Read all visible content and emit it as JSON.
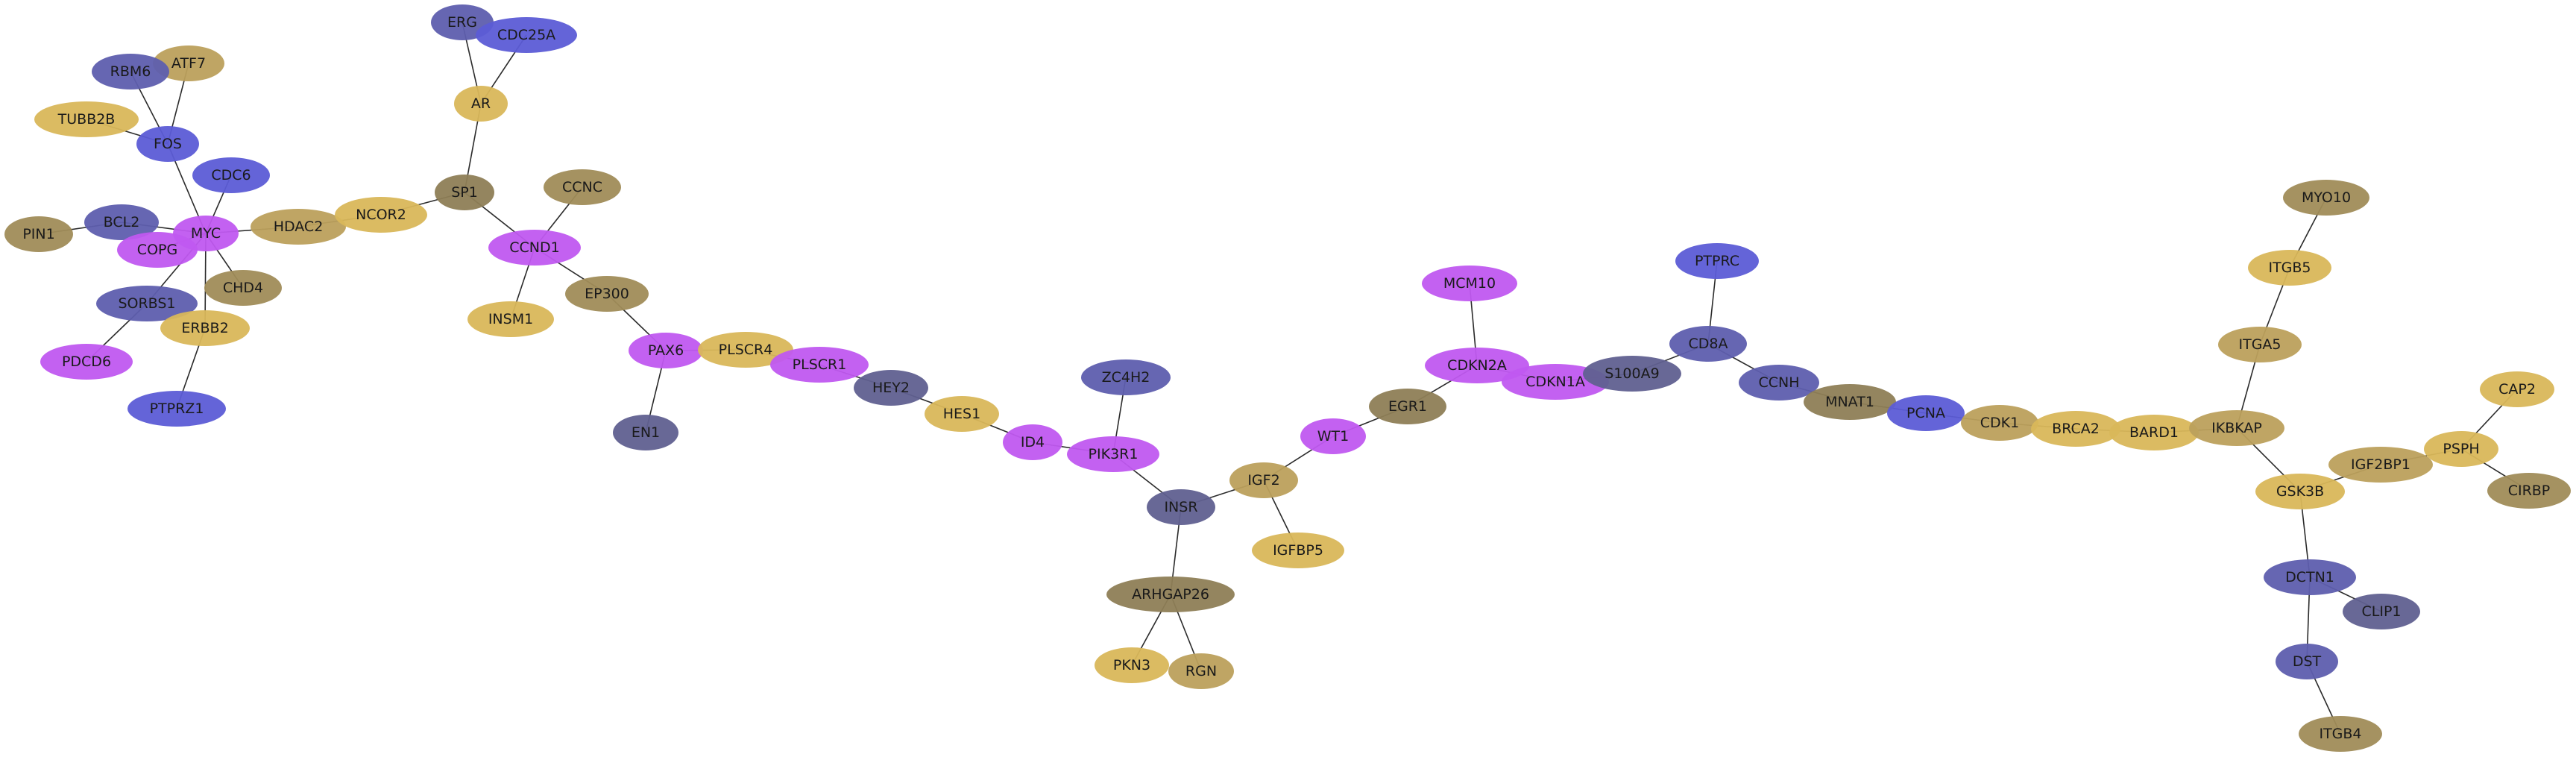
{
  "colors": {
    "gold": "#D9B75A",
    "olive": "#A08C58",
    "khaki": "#BCA05C",
    "dark_olive": "#8E7E56",
    "blue": "#5C5CD6",
    "steel_blue": "#5E5EAE",
    "slate": "#606090",
    "violet": "#C058F0"
  },
  "nodes": [
    {
      "id": "ERG",
      "label": "ERG",
      "color": "steel_blue"
    },
    {
      "id": "CDC25A",
      "label": "CDC25A",
      "color": "blue"
    },
    {
      "id": "ATF7",
      "label": "ATF7",
      "color": "khaki"
    },
    {
      "id": "RBM6",
      "label": "RBM6",
      "color": "steel_blue"
    },
    {
      "id": "AR",
      "label": "AR",
      "color": "gold"
    },
    {
      "id": "TUBB2B",
      "label": "TUBB2B",
      "color": "gold"
    },
    {
      "id": "FOS",
      "label": "FOS",
      "color": "blue"
    },
    {
      "id": "CDC6",
      "label": "CDC6",
      "color": "blue"
    },
    {
      "id": "SP1",
      "label": "SP1",
      "color": "dark_olive"
    },
    {
      "id": "CCNC",
      "label": "CCNC",
      "color": "olive"
    },
    {
      "id": "PIN1",
      "label": "PIN1",
      "color": "olive"
    },
    {
      "id": "BCL2",
      "label": "BCL2",
      "color": "steel_blue"
    },
    {
      "id": "MYC",
      "label": "MYC",
      "color": "violet"
    },
    {
      "id": "HDAC2",
      "label": "HDAC2",
      "color": "khaki"
    },
    {
      "id": "NCOR2",
      "label": "NCOR2",
      "color": "gold"
    },
    {
      "id": "COPG",
      "label": "COPG",
      "color": "violet"
    },
    {
      "id": "CCND1",
      "label": "CCND1",
      "color": "violet"
    },
    {
      "id": "CHD4",
      "label": "CHD4",
      "color": "olive"
    },
    {
      "id": "SORBS1",
      "label": "SORBS1",
      "color": "steel_blue"
    },
    {
      "id": "EP300",
      "label": "EP300",
      "color": "olive"
    },
    {
      "id": "INSM1",
      "label": "INSM1",
      "color": "gold"
    },
    {
      "id": "ERBB2",
      "label": "ERBB2",
      "color": "gold"
    },
    {
      "id": "PDCD6",
      "label": "PDCD6",
      "color": "violet"
    },
    {
      "id": "PAX6",
      "label": "PAX6",
      "color": "violet"
    },
    {
      "id": "PLSCR4",
      "label": "PLSCR4",
      "color": "gold"
    },
    {
      "id": "PLSCR1",
      "label": "PLSCR1",
      "color": "violet"
    },
    {
      "id": "PTPRZ1",
      "label": "PTPRZ1",
      "color": "blue"
    },
    {
      "id": "HEY2",
      "label": "HEY2",
      "color": "slate"
    },
    {
      "id": "HES1",
      "label": "HES1",
      "color": "gold"
    },
    {
      "id": "EN1",
      "label": "EN1",
      "color": "slate"
    },
    {
      "id": "ZC4H2",
      "label": "ZC4H2",
      "color": "steel_blue"
    },
    {
      "id": "ID4",
      "label": "ID4",
      "color": "violet"
    },
    {
      "id": "PIK3R1",
      "label": "PIK3R1",
      "color": "violet"
    },
    {
      "id": "MCM10",
      "label": "MCM10",
      "color": "violet"
    },
    {
      "id": "CDKN2A",
      "label": "CDKN2A",
      "color": "violet"
    },
    {
      "id": "EGR1",
      "label": "EGR1",
      "color": "dark_olive"
    },
    {
      "id": "WT1",
      "label": "WT1",
      "color": "violet"
    },
    {
      "id": "IGF2",
      "label": "IGF2",
      "color": "khaki"
    },
    {
      "id": "INSR",
      "label": "INSR",
      "color": "slate"
    },
    {
      "id": "IGFBP5",
      "label": "IGFBP5",
      "color": "gold"
    },
    {
      "id": "ARHGAP26",
      "label": "ARHGAP26",
      "color": "dark_olive"
    },
    {
      "id": "PKN3",
      "label": "PKN3",
      "color": "gold"
    },
    {
      "id": "RGN",
      "label": "RGN",
      "color": "khaki"
    },
    {
      "id": "CDKN1A",
      "label": "CDKN1A",
      "color": "violet"
    },
    {
      "id": "S100A9",
      "label": "S100A9",
      "color": "slate"
    },
    {
      "id": "PTPRC",
      "label": "PTPRC",
      "color": "blue"
    },
    {
      "id": "CD8A",
      "label": "CD8A",
      "color": "steel_blue"
    },
    {
      "id": "CCNH",
      "label": "CCNH",
      "color": "steel_blue"
    },
    {
      "id": "MNAT1",
      "label": "MNAT1",
      "color": "dark_olive"
    },
    {
      "id": "PCNA",
      "label": "PCNA",
      "color": "blue"
    },
    {
      "id": "CDK1",
      "label": "CDK1",
      "color": "khaki"
    },
    {
      "id": "BRCA2",
      "label": "BRCA2",
      "color": "gold"
    },
    {
      "id": "BARD1",
      "label": "BARD1",
      "color": "gold"
    },
    {
      "id": "MYO10",
      "label": "MYO10",
      "color": "olive"
    },
    {
      "id": "ITGB5",
      "label": "ITGB5",
      "color": "gold"
    },
    {
      "id": "ITGA5",
      "label": "ITGA5",
      "color": "khaki"
    },
    {
      "id": "IKBKAP",
      "label": "IKBKAP",
      "color": "khaki"
    },
    {
      "id": "CAP2",
      "label": "CAP2",
      "color": "gold"
    },
    {
      "id": "PSPH",
      "label": "PSPH",
      "color": "gold"
    },
    {
      "id": "IGF2BP1",
      "label": "IGF2BP1",
      "color": "khaki"
    },
    {
      "id": "CIRBP",
      "label": "CIRBP",
      "color": "olive"
    },
    {
      "id": "GSK3B",
      "label": "GSK3B",
      "color": "gold"
    },
    {
      "id": "DCTN1",
      "label": "DCTN1",
      "color": "steel_blue"
    },
    {
      "id": "CLIP1",
      "label": "CLIP1",
      "color": "slate"
    },
    {
      "id": "DST",
      "label": "DST",
      "color": "steel_blue"
    },
    {
      "id": "ITGB4",
      "label": "ITGB4",
      "color": "olive"
    }
  ],
  "edges": [
    [
      "ERG",
      "AR"
    ],
    [
      "CDC25A",
      "AR"
    ],
    [
      "AR",
      "SP1"
    ],
    [
      "ATF7",
      "FOS"
    ],
    [
      "RBM6",
      "FOS"
    ],
    [
      "TUBB2B",
      "FOS"
    ],
    [
      "FOS",
      "MYC"
    ],
    [
      "CDC6",
      "MYC"
    ],
    [
      "BCL2",
      "MYC"
    ],
    [
      "PIN1",
      "BCL2"
    ],
    [
      "MYC",
      "HDAC2"
    ],
    [
      "COPG",
      "MYC"
    ],
    [
      "MYC",
      "CHD4"
    ],
    [
      "MYC",
      "SORBS1"
    ],
    [
      "MYC",
      "ERBB2"
    ],
    [
      "SORBS1",
      "PDCD6"
    ],
    [
      "ERBB2",
      "PTPRZ1"
    ],
    [
      "HDAC2",
      "NCOR2"
    ],
    [
      "NCOR2",
      "SP1"
    ],
    [
      "SP1",
      "CCND1"
    ],
    [
      "CCNC",
      "CCND1"
    ],
    [
      "CCND1",
      "INSM1"
    ],
    [
      "CCND1",
      "EP300"
    ],
    [
      "EP300",
      "PAX6"
    ],
    [
      "PAX6",
      "EN1"
    ],
    [
      "PAX6",
      "PLSCR4"
    ],
    [
      "PLSCR4",
      "PLSCR1"
    ],
    [
      "PLSCR1",
      "HEY2"
    ],
    [
      "HEY2",
      "HES1"
    ],
    [
      "HES1",
      "ID4"
    ],
    [
      "ID4",
      "PIK3R1"
    ],
    [
      "ZC4H2",
      "PIK3R1"
    ],
    [
      "PIK3R1",
      "INSR"
    ],
    [
      "INSR",
      "IGF2"
    ],
    [
      "INSR",
      "ARHGAP26"
    ],
    [
      "ARHGAP26",
      "PKN3"
    ],
    [
      "ARHGAP26",
      "RGN"
    ],
    [
      "IGF2",
      "IGFBP5"
    ],
    [
      "IGF2",
      "WT1"
    ],
    [
      "WT1",
      "EGR1"
    ],
    [
      "EGR1",
      "CDKN2A"
    ],
    [
      "MCM10",
      "CDKN2A"
    ],
    [
      "CDKN2A",
      "CDKN1A"
    ],
    [
      "CDKN1A",
      "S100A9"
    ],
    [
      "S100A9",
      "CD8A"
    ],
    [
      "PTPRC",
      "CD8A"
    ],
    [
      "CD8A",
      "CCNH"
    ],
    [
      "CCNH",
      "MNAT1"
    ],
    [
      "MNAT1",
      "PCNA"
    ],
    [
      "PCNA",
      "CDK1"
    ],
    [
      "CDK1",
      "BRCA2"
    ],
    [
      "BRCA2",
      "BARD1"
    ],
    [
      "BARD1",
      "IKBKAP"
    ],
    [
      "MYO10",
      "ITGB5"
    ],
    [
      "ITGB5",
      "ITGA5"
    ],
    [
      "ITGA5",
      "IKBKAP"
    ],
    [
      "IKBKAP",
      "GSK3B"
    ],
    [
      "GSK3B",
      "IGF2BP1"
    ],
    [
      "IGF2BP1",
      "PSPH"
    ],
    [
      "CAP2",
      "PSPH"
    ],
    [
      "PSPH",
      "CIRBP"
    ],
    [
      "GSK3B",
      "DCTN1"
    ],
    [
      "DCTN1",
      "CLIP1"
    ],
    [
      "DCTN1",
      "DST"
    ],
    [
      "DST",
      "ITGB4"
    ]
  ]
}
